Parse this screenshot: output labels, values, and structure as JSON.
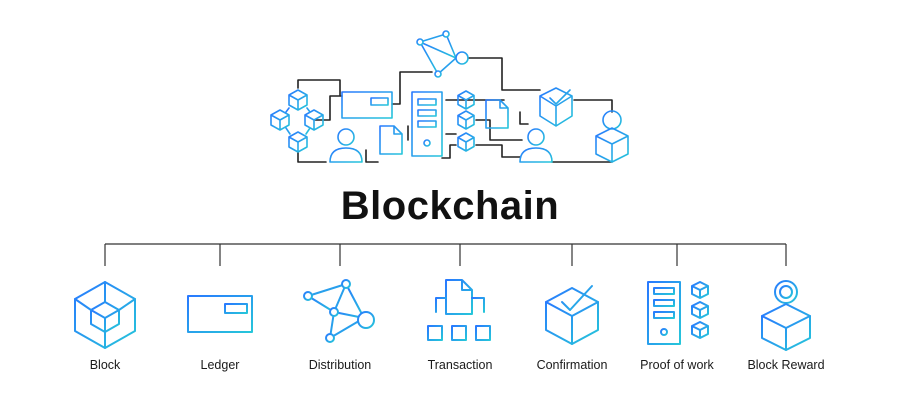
{
  "title": "Blockchain",
  "colors": {
    "gradient_start": "#2979ff",
    "gradient_end": "#26c6da",
    "line": "#222222",
    "text": "#111111"
  },
  "categories": [
    {
      "label": "Block",
      "icon": "cube-icon"
    },
    {
      "label": "Ledger",
      "icon": "ledger-icon"
    },
    {
      "label": "Distribution",
      "icon": "network-icon"
    },
    {
      "label": "Transaction",
      "icon": "transaction-icon"
    },
    {
      "label": "Confirmation",
      "icon": "checked-box-icon"
    },
    {
      "label": "Proof of work",
      "icon": "server-blocks-icon"
    },
    {
      "label": "Block Reward",
      "icon": "reward-box-icon"
    }
  ]
}
